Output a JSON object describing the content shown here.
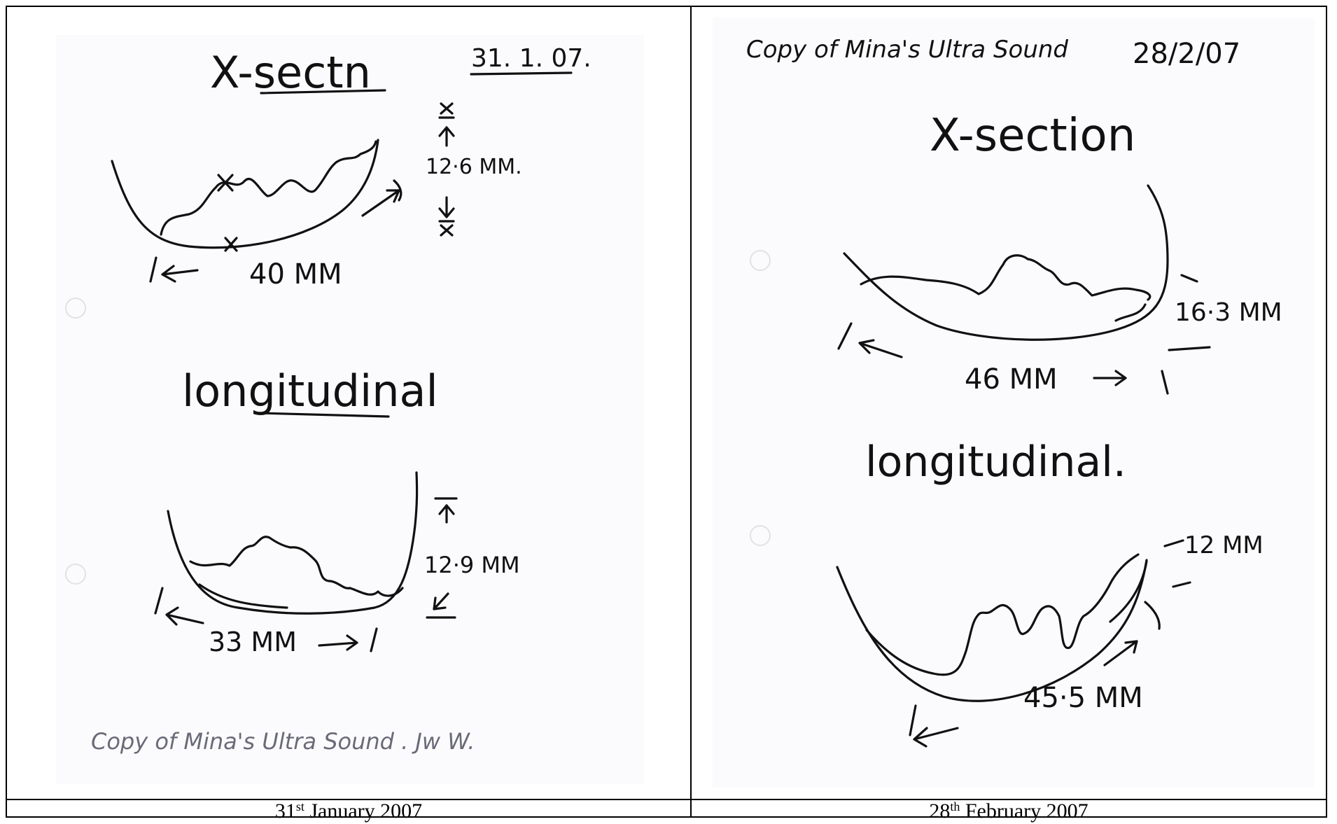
{
  "left_panel": {
    "title": "X-sectn",
    "date": "31. 1. 07.",
    "xsection_height": "12·6 MM.",
    "xsection_width": "40 MM",
    "longitudinal_label": "longitudinal",
    "longitudinal_height": "12·9 MM",
    "longitudinal_width": "33 MM",
    "footer_note": "Copy of Mina's Ultra Sound . Jw W.",
    "caption_day": "31",
    "caption_suffix": "st",
    "caption_rest": " January 2007"
  },
  "right_panel": {
    "header_note": "Copy of Mina's Ultra Sound",
    "date": "28/2/07",
    "title": "X-section",
    "xsection_height": "16·3 MM",
    "xsection_width": "46 MM",
    "longitudinal_label": "longitudinal.",
    "longitudinal_height": "12 MM",
    "longitudinal_width": "45·5 MM",
    "caption_day": "28",
    "caption_suffix": "th",
    "caption_rest": " February 2007"
  }
}
